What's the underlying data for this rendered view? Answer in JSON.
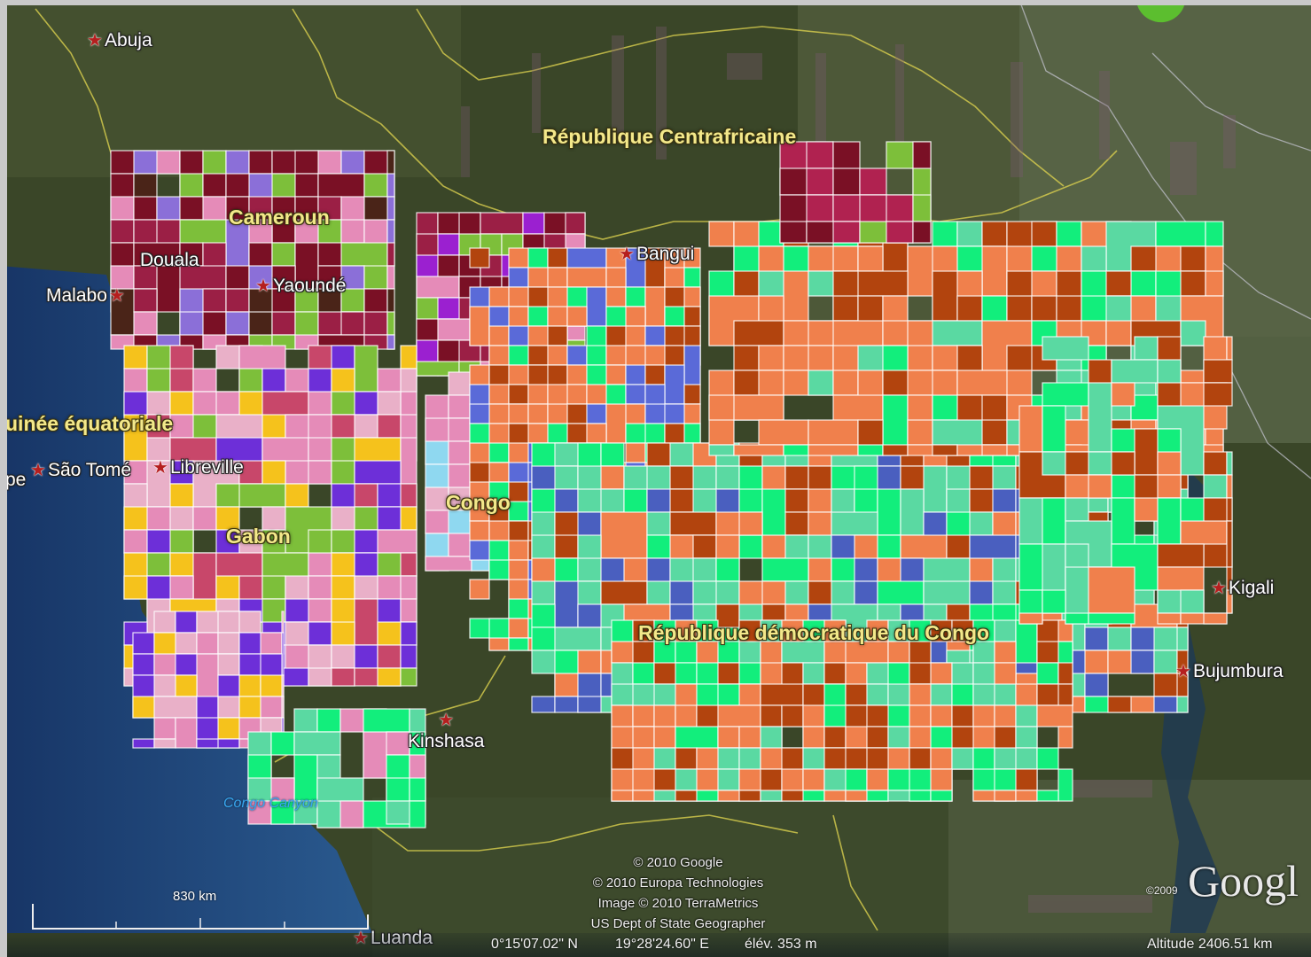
{
  "countries": {
    "rca": "République Centrafricaine",
    "cameroun": "Cameroun",
    "guinee": "uinée équatoriale",
    "gabon": "Gabon",
    "congo": "Congo",
    "rdc": "République démocratique du Congo"
  },
  "cities": {
    "abuja": "Abuja",
    "douala": "Douala",
    "malabo": "Malabo",
    "yaounde": "Yaoundé",
    "bangui": "Bangui",
    "saotome": "São Tomé",
    "libreville": "Libreville",
    "kinshasa": "Kinshasa",
    "kigali": "Kigali",
    "bujumbura": "Bujumbura",
    "luanda": "Luanda",
    "pe": "pe"
  },
  "feature": {
    "canyon": "Congo Canyon"
  },
  "credits": [
    "© 2010 Google",
    "© 2010 Europa Technologies",
    "Image © 2010 TerraMetrics",
    "US Dept of State Geographer"
  ],
  "status": {
    "lat": "0°15'07.02\" N",
    "lon": "19°28'24.60\" E",
    "elev": "élév.   353 m",
    "altitude": "Altitude  2406.51 km"
  },
  "scale": {
    "label": "830 km"
  },
  "logo": {
    "text": "Googl",
    "year": "©2009"
  },
  "colors": {
    "dark_red": "#7a1025",
    "crimson": "#9b1f45",
    "orange": "#f0804c",
    "rust": "#b2440e",
    "bright_green": "#12ee7c",
    "mint": "#5ad9a2",
    "pink": "#e58bb8",
    "violet": "#6d2fd8",
    "yellow": "#f5c21c",
    "lime": "#7dbf3a",
    "ocean": "#1d3f72"
  },
  "icons": [
    "capital-star-icon",
    "google-earth-leaf-icon"
  ]
}
